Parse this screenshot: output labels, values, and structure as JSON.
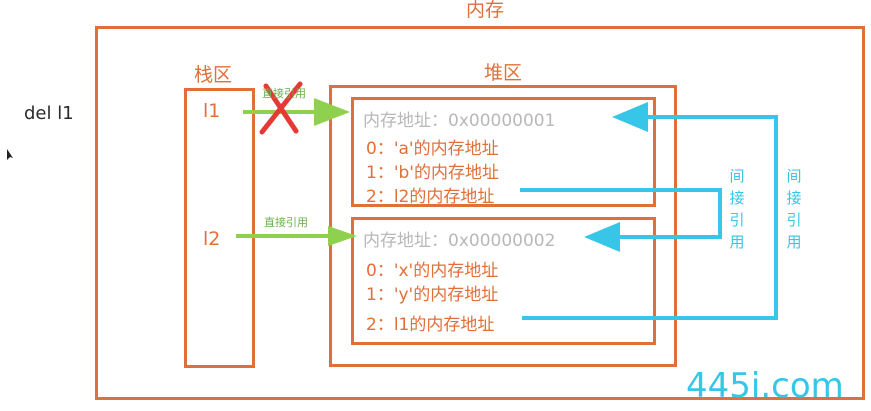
{
  "command": "del l1",
  "memory": {
    "title": "内存"
  },
  "stack": {
    "title": "栈区",
    "vars": [
      "l1",
      "l2"
    ]
  },
  "heap": {
    "title": "堆区",
    "objects": [
      {
        "address": "内存地址：0x00000001",
        "slots": [
          "0：'a'的内存地址",
          "1：'b'的内存地址",
          "2：l2的内存地址"
        ]
      },
      {
        "address": "内存地址：0x00000002",
        "slots": [
          "0：'x'的内存地址",
          "1：'y'的内存地址",
          "2：l1的内存地址"
        ]
      }
    ]
  },
  "references": {
    "direct_1": "直接引用",
    "direct_2": "直接引用",
    "indirect_1": "间接引用",
    "indirect_2": "间接引用"
  },
  "watermark": "445i.com",
  "colors": {
    "orange": "#e0703a",
    "green": "#8fd14f",
    "cyan": "#37c5e8",
    "red": "#e53935",
    "grey": "#b8b8b8"
  }
}
